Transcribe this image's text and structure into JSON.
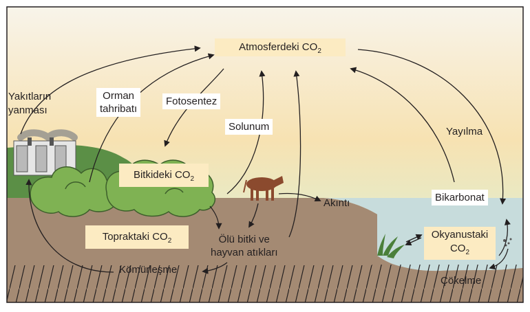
{
  "labels": {
    "atmosphere": {
      "text": "Atmosferdeki CO",
      "sub": "2"
    },
    "plants": {
      "text": "Bitkideki CO",
      "sub": "2"
    },
    "soil": {
      "text": "Topraktaki CO",
      "sub": "2"
    },
    "ocean": {
      "line1": "Okyanustaki",
      "line2": "CO",
      "sub": "2"
    },
    "fuel_burning": {
      "line1": "Yakıtların",
      "line2": "yanması"
    },
    "deforestation": {
      "line1": "Orman",
      "line2": "tahribatı"
    },
    "photosynthesis": "Fotosentez",
    "respiration": "Solunum",
    "diffusion": "Yayılma",
    "runoff": "Akıntı",
    "bicarbonate": "Bikarbonat",
    "dead_matter": {
      "line1": "Ölü bitki ve",
      "line2": "hayvan atıkları"
    },
    "coalification": "Kömürleşme",
    "sedimentation": "Çökelme"
  },
  "colors": {
    "sky_top": "#f8f4ea",
    "sky_mid": "#f6dfae",
    "sky_low": "#bfe6ea",
    "soil": "#a48a73",
    "ocean": "#c8dcdc",
    "forest": "#6a9a4e",
    "bush": "#7fb253",
    "cow": "#8b4a2e",
    "label_box": "#fcebc2",
    "arrow": "#231f20"
  }
}
